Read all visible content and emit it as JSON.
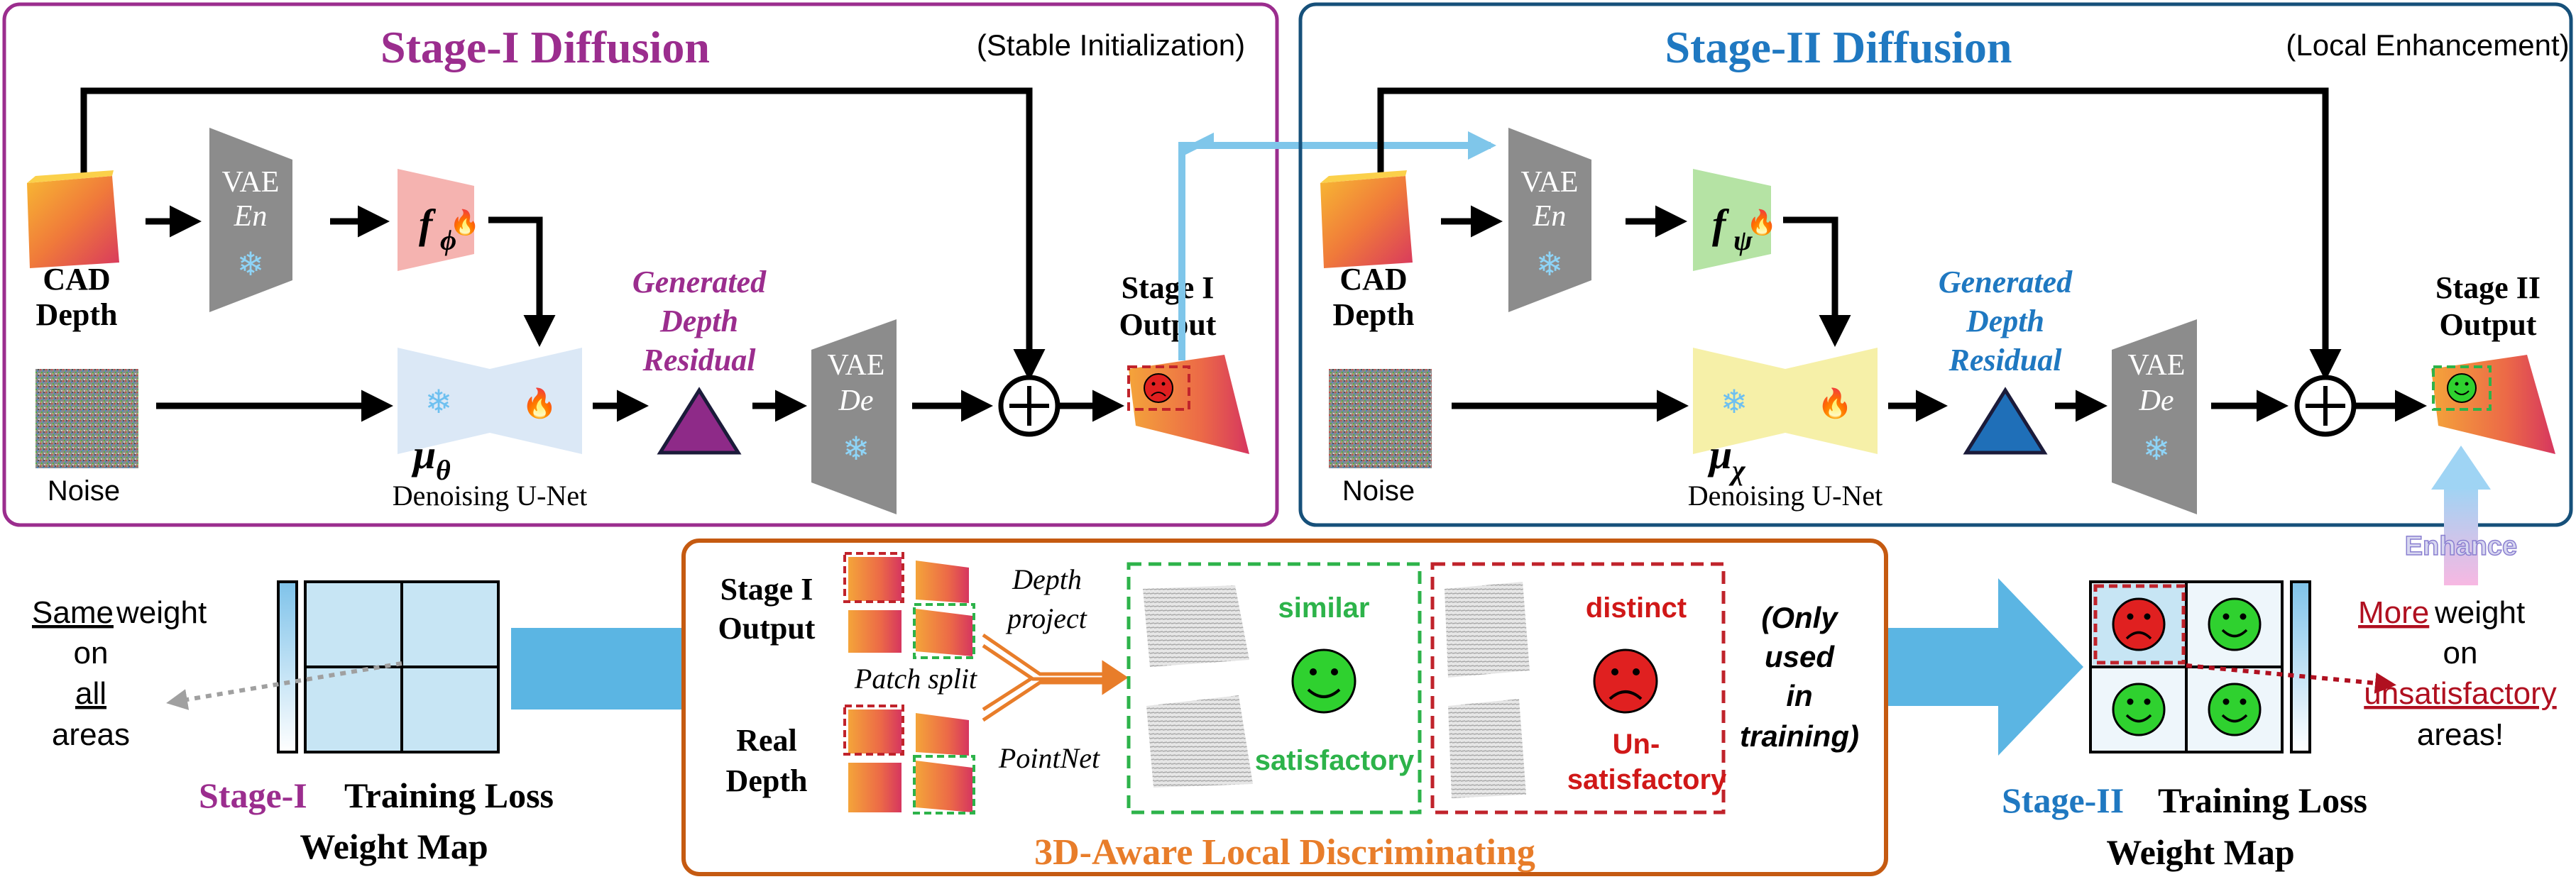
{
  "stage1": {
    "title": "Stage-I Diffusion",
    "subtitle": "(Stable Initialization)",
    "input_label_1": "CAD",
    "input_label_2": "Depth",
    "noise_label": "Noise",
    "vae_encoder": {
      "top": "VAE",
      "bottom": "En"
    },
    "feature_symbol": "f",
    "feature_sub": "ϕ",
    "unet_symbol": "μ",
    "unet_sub": "θ",
    "unet_label": "Denoising U-Net",
    "residual_1": "Generated",
    "residual_2": "Depth",
    "residual_3": "Residual",
    "vae_decoder": {
      "top": "VAE",
      "bottom": "De"
    },
    "output_1": "Stage I",
    "output_2": "Output"
  },
  "stage2": {
    "title": "Stage-II Diffusion",
    "subtitle": "(Local Enhancement)",
    "input_label_1": "CAD",
    "input_label_2": "Depth",
    "noise_label": "Noise",
    "vae_encoder": {
      "top": "VAE",
      "bottom": "En"
    },
    "feature_symbol": "f",
    "feature_sub": "ψ",
    "unet_symbol": "μ",
    "unet_sub": "χ",
    "unet_label": "Denoising U-Net",
    "residual_1": "Generated",
    "residual_2": "Depth",
    "residual_3": "Residual",
    "vae_decoder": {
      "top": "VAE",
      "bottom": "De"
    },
    "output_1": "Stage II",
    "output_2": "Output",
    "enhance_label": "Enhance"
  },
  "left_map": {
    "same": "Same",
    "weight": " weight",
    "on": "on",
    "all": "all",
    "areas": "areas",
    "caption_stage": "Stage-I",
    "caption_rest": " Training Loss",
    "caption_2": "Weight Map"
  },
  "discriminator": {
    "title": "3D-Aware Local Discriminating",
    "stage_out_1": "Stage I",
    "stage_out_2": "Output",
    "real_1": "Real",
    "real_2": "Depth",
    "depth_project_1": "Depth",
    "depth_project_2": "project",
    "patch_split": "Patch split",
    "pointnet": "PointNet",
    "similar": "similar",
    "satisfactory": "satisfactory",
    "distinct": "distinct",
    "un": "Un-",
    "unsatisfactory": "satisfactory",
    "note": [
      "(Only",
      "used",
      "in",
      "training)"
    ]
  },
  "right_map": {
    "more": "More",
    "weight": " weight",
    "on": "on",
    "unsatisfactory": "unsatisfactory",
    "areas": "areas!",
    "caption_stage": "Stage-II",
    "caption_rest": " Training Loss",
    "caption_2": "Weight Map"
  },
  "colors": {
    "stage1": "#9b2d8e",
    "stage2": "#1f78c1",
    "arrow_blue": "#5bb5e3",
    "happy": "#2fd12f",
    "sad": "#e02020",
    "dash_green": "#2db34a",
    "dash_red": "#c0232b",
    "brown_border": "#c55a11",
    "orange_title": "#e87d2a"
  }
}
